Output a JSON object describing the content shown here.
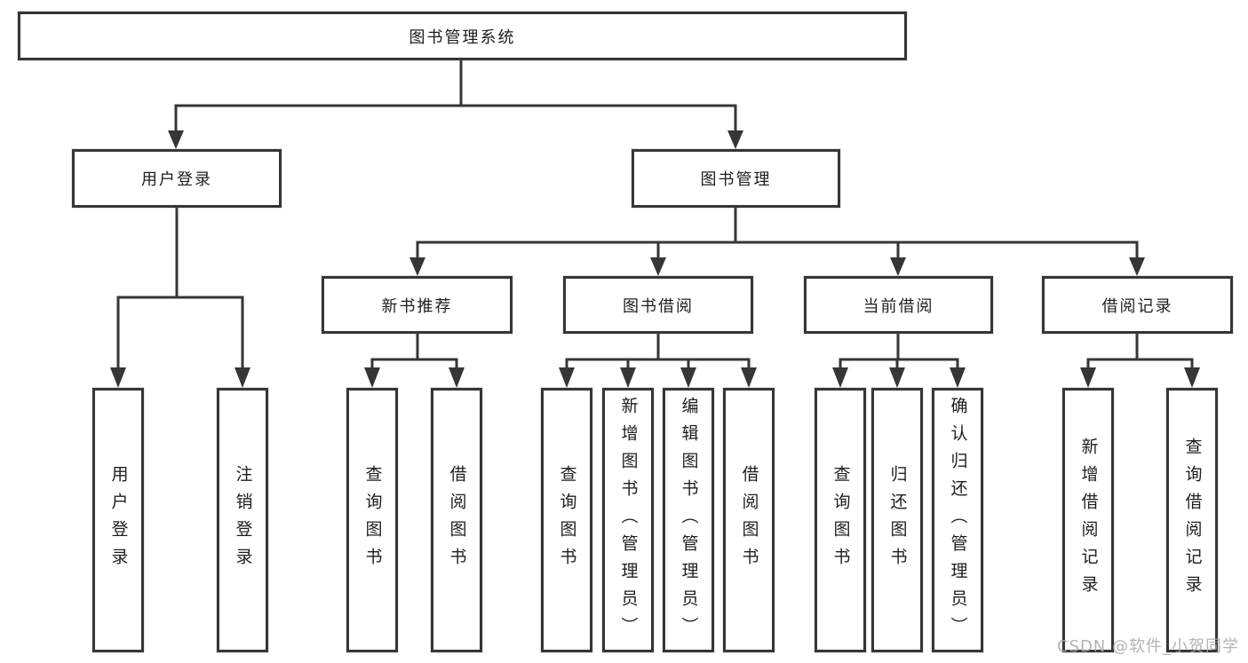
{
  "title": "图书管理系统",
  "watermark": "CSDN @软件_小贺同学",
  "colors": {
    "line": "#363636",
    "box_fill": "#ffffff",
    "text": "#1e1e1e",
    "background": "#ffffff",
    "watermark": "#ababab"
  },
  "nodes": {
    "root": {
      "label": "图书管理系统",
      "children": [
        "user_login",
        "book_mgmt"
      ]
    },
    "user_login": {
      "label": "用户登录",
      "children": [
        "leaf_user_login",
        "leaf_logout"
      ]
    },
    "book_mgmt": {
      "label": "图书管理",
      "children": [
        "new_book_rec",
        "book_borrow",
        "current_borrow",
        "borrow_record"
      ]
    },
    "new_book_rec": {
      "label": "新书推荐",
      "children": [
        "rec_query_book",
        "rec_borrow_book"
      ]
    },
    "book_borrow": {
      "label": "图书借阅",
      "children": [
        "bb_query_book",
        "bb_add_book",
        "bb_edit_book",
        "bb_borrow_book"
      ]
    },
    "current_borrow": {
      "label": "当前借阅",
      "children": [
        "cb_query_book",
        "cb_return_book",
        "cb_confirm_return"
      ]
    },
    "borrow_record": {
      "label": "借阅记录",
      "children": [
        "br_add_record",
        "br_query_record"
      ]
    },
    "leaf_user_login": {
      "label": "用户登录"
    },
    "leaf_logout": {
      "label": "注销登录"
    },
    "rec_query_book": {
      "label": "查询图书"
    },
    "rec_borrow_book": {
      "label": "借阅图书"
    },
    "bb_query_book": {
      "label": "查询图书"
    },
    "bb_add_book": {
      "label": "新增图书（管理员）"
    },
    "bb_edit_book": {
      "label": "编辑图书（管理员）"
    },
    "bb_borrow_book": {
      "label": "借阅图书"
    },
    "cb_query_book": {
      "label": "查询图书"
    },
    "cb_return_book": {
      "label": "归还图书"
    },
    "cb_confirm_return": {
      "label": "确认归还（管理员）"
    },
    "br_add_record": {
      "label": "新增借阅记录"
    },
    "br_query_record": {
      "label": "查询借阅记录"
    }
  }
}
